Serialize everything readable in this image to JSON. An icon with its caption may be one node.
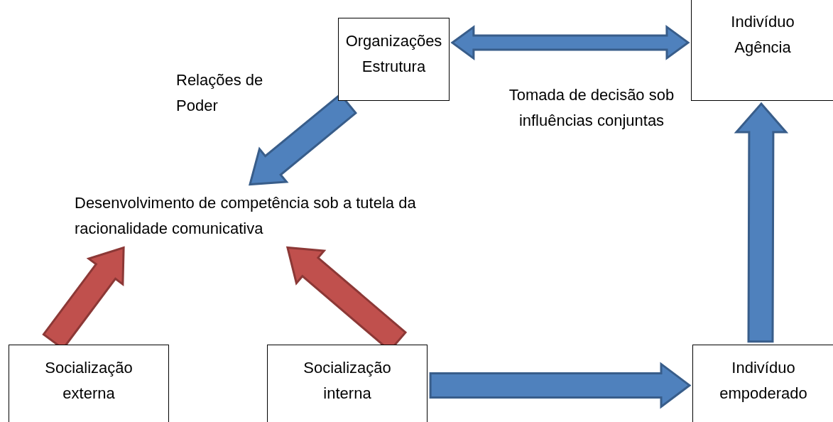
{
  "diagram": {
    "nodes": [
      {
        "text": [
          "Organizações Estrutura"
        ]
      },
      {
        "text": [
          "Indivíduo Agência"
        ]
      },
      {
        "text": [
          "Desenvolvimento de competência sob a tutela da racionalidade comunicativa"
        ]
      },
      {
        "text": [
          "Socialização externa"
        ]
      },
      {
        "text": [
          "Socialização interna"
        ]
      },
      {
        "text": [
          "Indivíduo empoderado"
        ]
      }
    ],
    "edges": [
      {
        "from": 0,
        "to": 1,
        "arrow": "both",
        "label": "Tomada de decisão sob influências conjuntas"
      },
      {
        "from": 0,
        "to": 2,
        "arrow": "to",
        "label": "Relações de Poder"
      },
      {
        "from": 3,
        "to": 2,
        "arrow": "to",
        "color": "#c0504d"
      },
      {
        "from": 4,
        "to": 2,
        "arrow": "to",
        "color": "#c0504d"
      },
      {
        "from": 4,
        "to": 5,
        "arrow": "to"
      },
      {
        "from": 5,
        "to": 1,
        "arrow": "to"
      }
    ]
  }
}
